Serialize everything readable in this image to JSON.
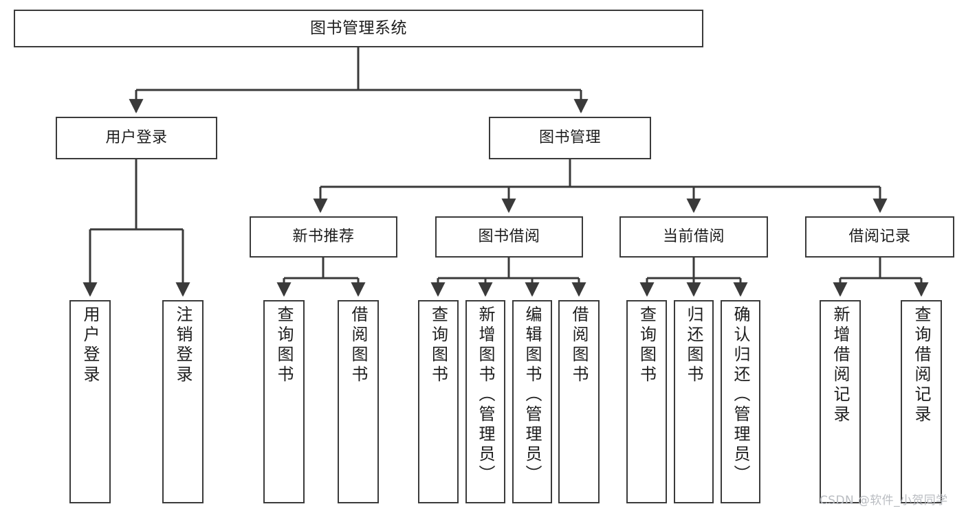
{
  "diagram": {
    "title": "图书管理系统",
    "type": "tree",
    "colors": {
      "box_border": "#3a3a3a",
      "box_fill": "#ffffff",
      "connector": "#3a3a3a",
      "text": "#1d1d1d",
      "watermark": "#b9bcc1",
      "background": "#ffffff"
    },
    "nodes": {
      "root": {
        "label": "图书管理系统"
      },
      "level2": [
        {
          "id": "user-login",
          "label": "用户登录"
        },
        {
          "id": "book-management",
          "label": "图书管理"
        }
      ],
      "level3": [
        {
          "id": "new-book-recommend",
          "label": "新书推荐"
        },
        {
          "id": "book-borrow",
          "label": "图书借阅"
        },
        {
          "id": "current-borrow",
          "label": "当前借阅"
        },
        {
          "id": "borrow-record",
          "label": "借阅记录"
        }
      ],
      "leaves": {
        "user-login": [
          {
            "id": "leaf-user-login",
            "label": "用户登录"
          },
          {
            "id": "leaf-logout",
            "label": "注销登录"
          }
        ],
        "new-book-recommend": [
          {
            "id": "leaf-query-book-1",
            "label": "查询图书"
          },
          {
            "id": "leaf-borrow-book-1",
            "label": "借阅图书"
          }
        ],
        "book-borrow": [
          {
            "id": "leaf-query-book-2",
            "label": "查询图书"
          },
          {
            "id": "leaf-add-book",
            "label": "新增图书（管理员）"
          },
          {
            "id": "leaf-edit-book",
            "label": "编辑图书（管理员）"
          },
          {
            "id": "leaf-borrow-book-2",
            "label": "借阅图书"
          }
        ],
        "current-borrow": [
          {
            "id": "leaf-query-book-3",
            "label": "查询图书"
          },
          {
            "id": "leaf-return-book",
            "label": "归还图书"
          },
          {
            "id": "leaf-confirm-return",
            "label": "确认归还（管理员）"
          }
        ],
        "borrow-record": [
          {
            "id": "leaf-add-record",
            "label": "新增借阅记录"
          },
          {
            "id": "leaf-query-record",
            "label": "查询借阅记录"
          }
        ]
      }
    },
    "watermark": "CSDN @软件_小贺同学"
  }
}
